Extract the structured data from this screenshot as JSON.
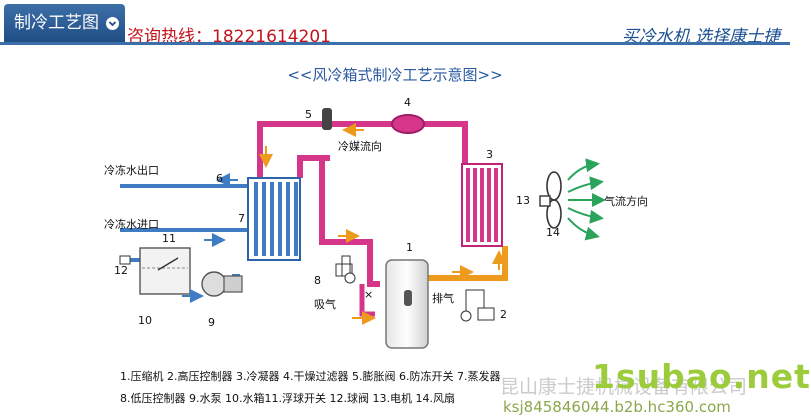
{
  "header": {
    "tab_label": "制冷工艺图",
    "hotline": "咨询热线：18221614201",
    "slogan": "买冷水机 选择康士捷"
  },
  "diagram": {
    "title": "<<风冷箱式制冷工艺示意图>>",
    "labels": {
      "chilled_water_out": "冷冻水出口",
      "chilled_water_in": "冷冻水进口",
      "refrigerant_flow": "冷媒流向",
      "airflow": "气流方向",
      "suction": "吸气",
      "discharge": "排气"
    },
    "numbers": [
      "1",
      "2",
      "3",
      "4",
      "5",
      "6",
      "7",
      "8",
      "9",
      "10",
      "11",
      "12",
      "13",
      "14"
    ],
    "legend_line1": "1.压缩机  2.高压控制器  3.冷凝器  4.干燥过滤器  5.膨胀阀  6.防冻开关  7.蒸发器",
    "legend_line2": "8.低压控制器  9.水泵  10.水箱11.浮球开关  12.球阀  13.电机  14.风扇"
  },
  "watermark": {
    "brand": "1subao.net",
    "company": "昆山康士捷机械设备有限公司",
    "url": "ksj845846044.b2b.hc360.com"
  },
  "colors": {
    "pink_pipe": "#d6368a",
    "orange_pipe": "#ee9a1c",
    "blue_pipe": "#3f7cc4",
    "header_blue": "#1f4e84",
    "hotline_red": "#c4131c",
    "arrow_green": "#2aa35c"
  }
}
